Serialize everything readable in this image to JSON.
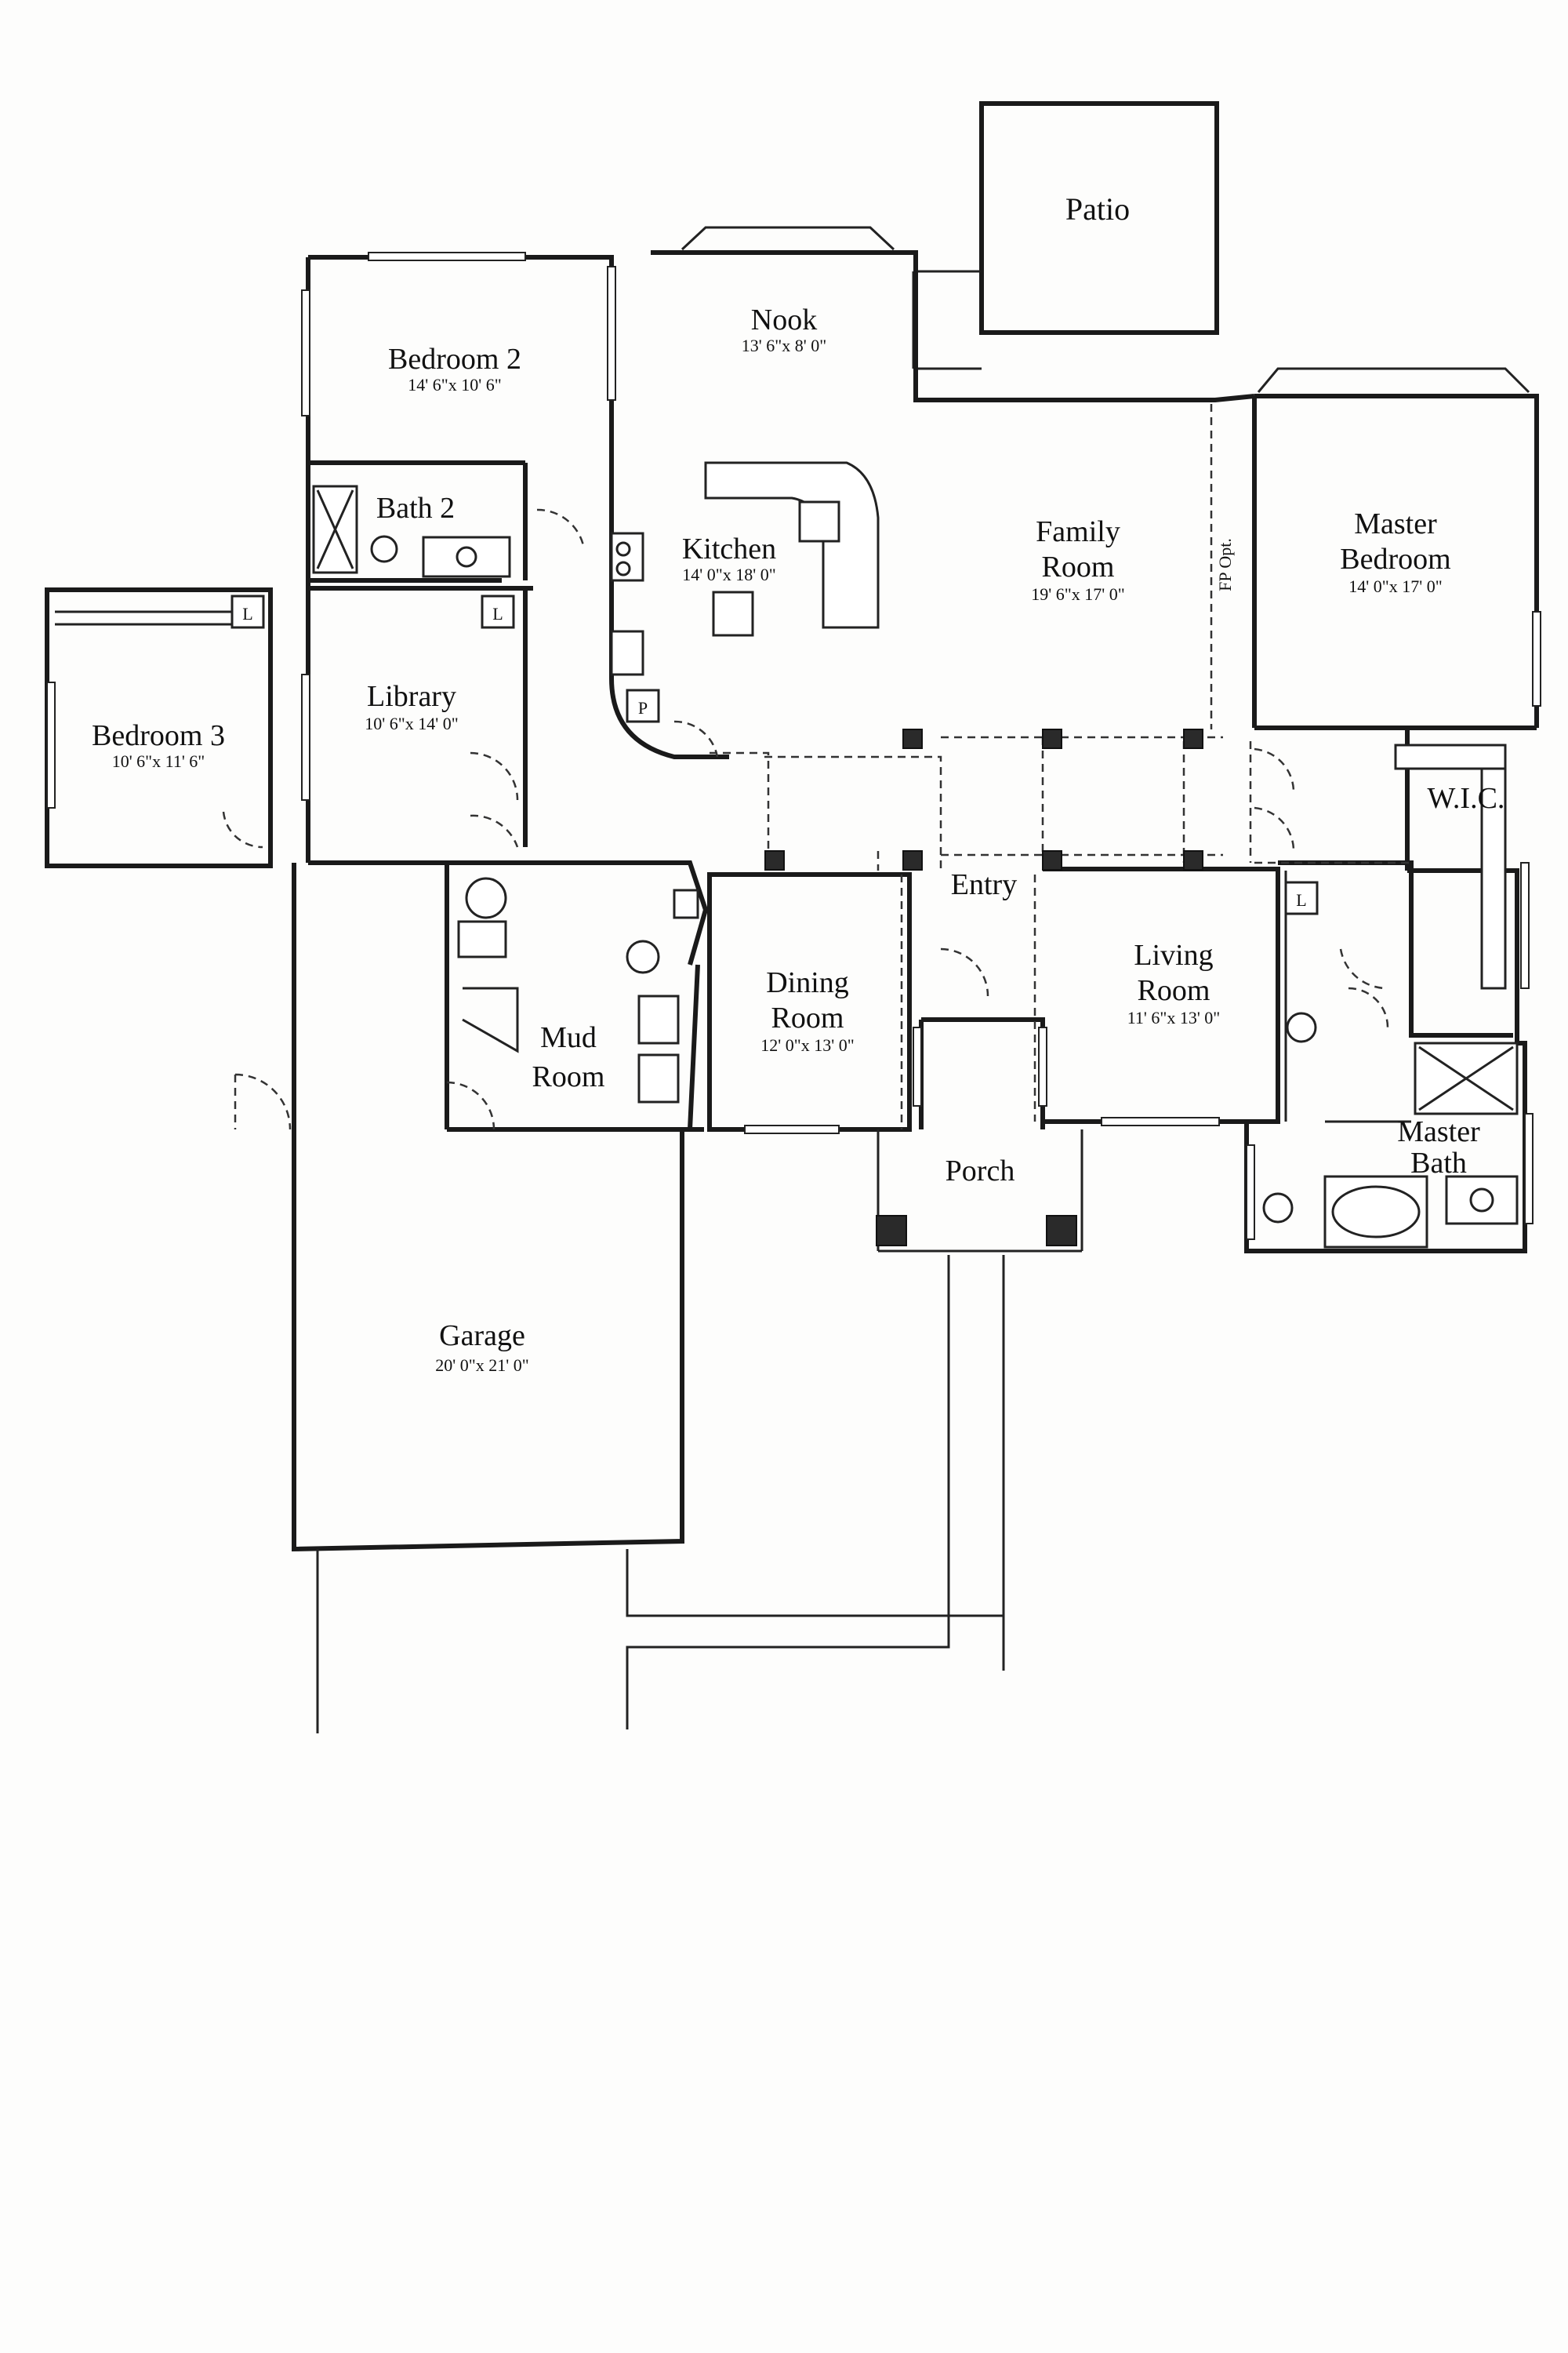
{
  "rooms": {
    "patio": {
      "name": "Patio"
    },
    "nook": {
      "name": "Nook",
      "dims": "13' 6\"x 8' 0\""
    },
    "bedroom2": {
      "name": "Bedroom 2",
      "dims": "14' 6\"x 10' 6\""
    },
    "bath2": {
      "name": "Bath 2"
    },
    "kitchen": {
      "name": "Kitchen",
      "dims": "14' 0\"x 18' 0\""
    },
    "family_room": {
      "name_line1": "Family",
      "name_line2": "Room",
      "dims": "19' 6\"x 17' 0\""
    },
    "fp_opt": {
      "name": "FP Opt."
    },
    "master_bedroom": {
      "name_line1": "Master",
      "name_line2": "Bedroom",
      "dims": "14' 0\"x 17' 0\""
    },
    "bedroom3": {
      "name": "Bedroom 3",
      "dims": "10' 6\"x 11' 6\""
    },
    "library": {
      "name": "Library",
      "dims": "10' 6\"x 14' 0\""
    },
    "wic": {
      "name": "W.I.C."
    },
    "entry": {
      "name": "Entry"
    },
    "dining_room": {
      "name_line1": "Dining",
      "name_line2": "Room",
      "dims": "12' 0\"x 13' 0\""
    },
    "living_room": {
      "name_line1": "Living",
      "name_line2": "Room",
      "dims": "11' 6\"x 13' 0\""
    },
    "mud_room": {
      "name_line1": "Mud",
      "name_line2": "Room"
    },
    "porch": {
      "name": "Porch"
    },
    "master_bath": {
      "name_line1": "Master",
      "name_line2": "Bath"
    },
    "garage": {
      "name": "Garage",
      "dims": "20' 0\"x 21' 0\""
    }
  },
  "marks": {
    "linen": "L",
    "pantry": "P"
  }
}
